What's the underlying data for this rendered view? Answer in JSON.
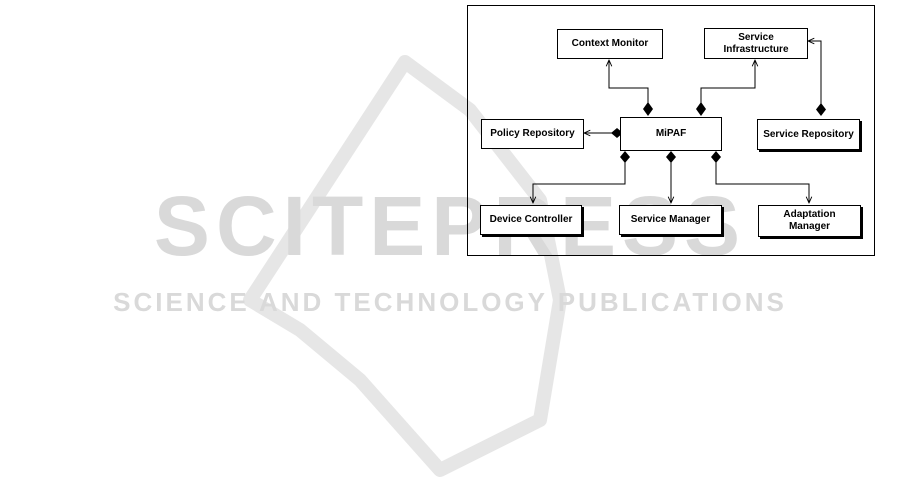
{
  "watermark": {
    "title": "SCITEPRESS",
    "subtitle": "SCIENCE AND TECHNOLOGY PUBLICATIONS"
  },
  "diagram": {
    "nodes": {
      "context_monitor": "Context Monitor",
      "service_infrastructure": "Service\nInfrastructure",
      "policy_repository": "Policy Repository",
      "mipaf": "MiPAF",
      "service_repository": "Service Repository",
      "device_controller": "Device Controller",
      "service_manager": "Service Manager",
      "adaptation_manager": "Adaptation\nManager"
    }
  }
}
